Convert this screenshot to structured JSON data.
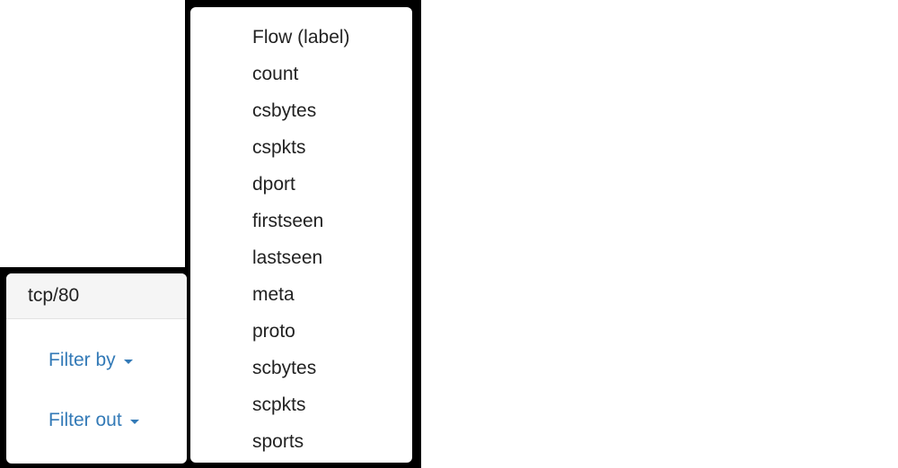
{
  "flow_card": {
    "title": "tcp/80",
    "filter_by_label": "Filter by",
    "filter_out_label": "Filter out"
  },
  "dropdown": {
    "items": [
      "Flow (label)",
      "count",
      "csbytes",
      "cspkts",
      "dport",
      "firstseen",
      "lastseen",
      "meta",
      "proto",
      "scbytes",
      "scpkts",
      "sports"
    ]
  },
  "colors": {
    "link": "#337ab7",
    "text": "#222222",
    "header_bg": "#f5f5f5",
    "frame": "#000000"
  },
  "icons": {
    "dropdown_caret": "caret-down-icon"
  }
}
